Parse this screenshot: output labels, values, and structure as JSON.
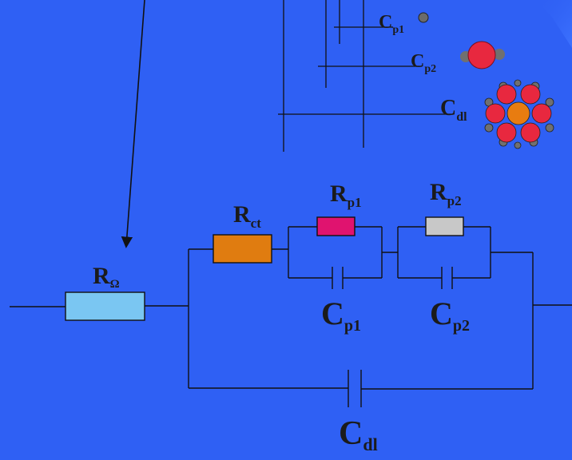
{
  "background_color": "#2f60f4",
  "wire_color": "#111111",
  "top_right_gradient_color": "#3d72ff",
  "components": {
    "r_ohm": {
      "main": "R",
      "sub": "Ω",
      "fill": "#7ac6f2"
    },
    "r_ct": {
      "main": "R",
      "sub": "ct",
      "fill": "#e07c10"
    },
    "r_p1": {
      "main": "R",
      "sub": "p1",
      "fill": "#e0136f"
    },
    "r_p2": {
      "main": "R",
      "sub": "p2",
      "fill": "#c8c8c8"
    },
    "c_p1": {
      "main": "C",
      "sub": "p1"
    },
    "c_p2": {
      "main": "C",
      "sub": "p2"
    },
    "c_dl": {
      "main": "C",
      "sub": "dl"
    }
  },
  "top_legend": {
    "c_p1": {
      "main": "C",
      "sub": "p1"
    },
    "c_p2": {
      "main": "C",
      "sub": "p2"
    },
    "c_dl": {
      "main": "C",
      "sub": "dl"
    }
  },
  "particle_colors": {
    "small_gray": "#6b6b6b",
    "red": "#e8283f",
    "orange_core": "#e87c10",
    "gray_ligand": "#707070"
  }
}
